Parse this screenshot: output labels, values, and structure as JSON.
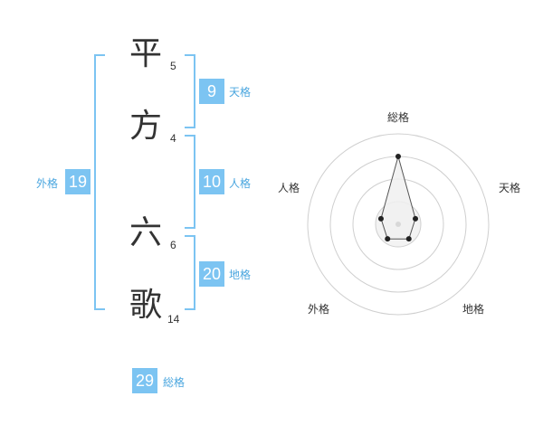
{
  "name_chars": [
    {
      "char": "平",
      "strokes": "5"
    },
    {
      "char": "方",
      "strokes": "4"
    },
    {
      "char": "六",
      "strokes": "6"
    },
    {
      "char": "歌",
      "strokes": "14"
    }
  ],
  "grids": {
    "tenkaku": {
      "label": "天格",
      "value": "9"
    },
    "jinkaku": {
      "label": "人格",
      "value": "10"
    },
    "chikaku": {
      "label": "地格",
      "value": "20"
    },
    "gaikaku": {
      "label": "外格",
      "value": "19"
    },
    "soukaku": {
      "label": "総格",
      "value": "29"
    }
  },
  "colors": {
    "accent": "#7cc4f2",
    "label_text": "#4aa6df",
    "text": "#333333"
  },
  "radar": {
    "labels": {
      "top": "総格",
      "upper_right": "天格",
      "lower_right": "地格",
      "lower_left": "外格",
      "upper_left": "人格"
    },
    "rings": 4,
    "scores": {
      "soukaku": 3,
      "tenkaku": 0.8,
      "chikaku": 0.8,
      "gaikaku": 0.8,
      "jinkaku": 0.8
    }
  }
}
